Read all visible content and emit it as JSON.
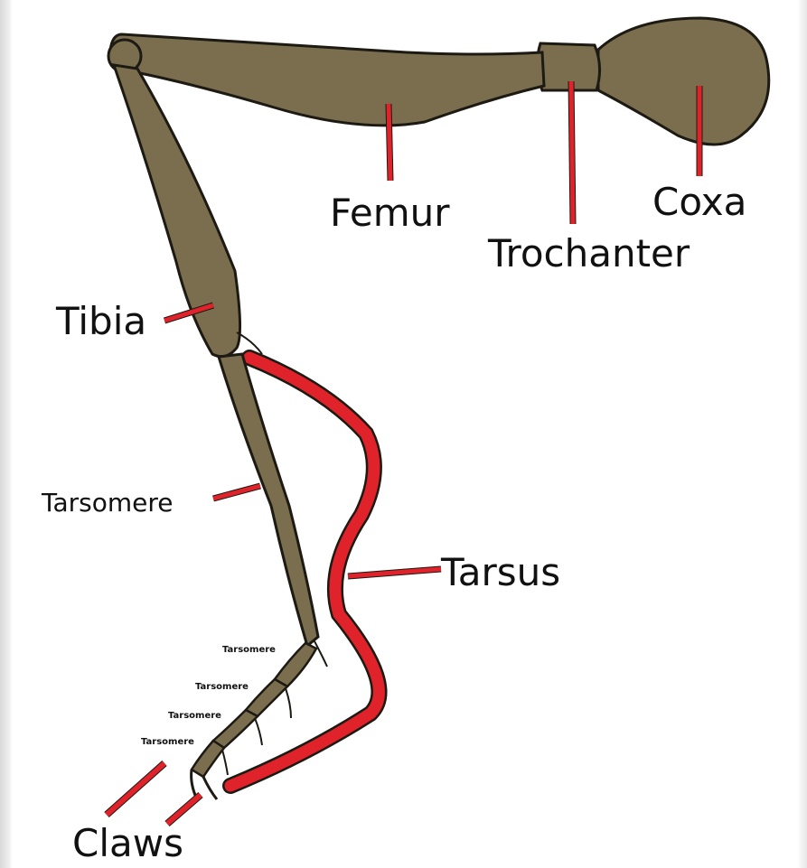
{
  "labels": {
    "coxa": "Coxa",
    "trochanter": "Trochanter",
    "femur": "Femur",
    "tibia": "Tibia",
    "tarsomere_main": "Tarsomere",
    "tarsus": "Tarsus",
    "tarsomere_small": [
      "Tarsomere",
      "Tarsomere",
      "Tarsomere",
      "Tarsomere"
    ],
    "claws": "Claws"
  },
  "colors": {
    "segment_fill": "#7a6e4e",
    "segment_outline": "#1c1a12",
    "leader_line": "#e0222a",
    "text": "#111111"
  }
}
